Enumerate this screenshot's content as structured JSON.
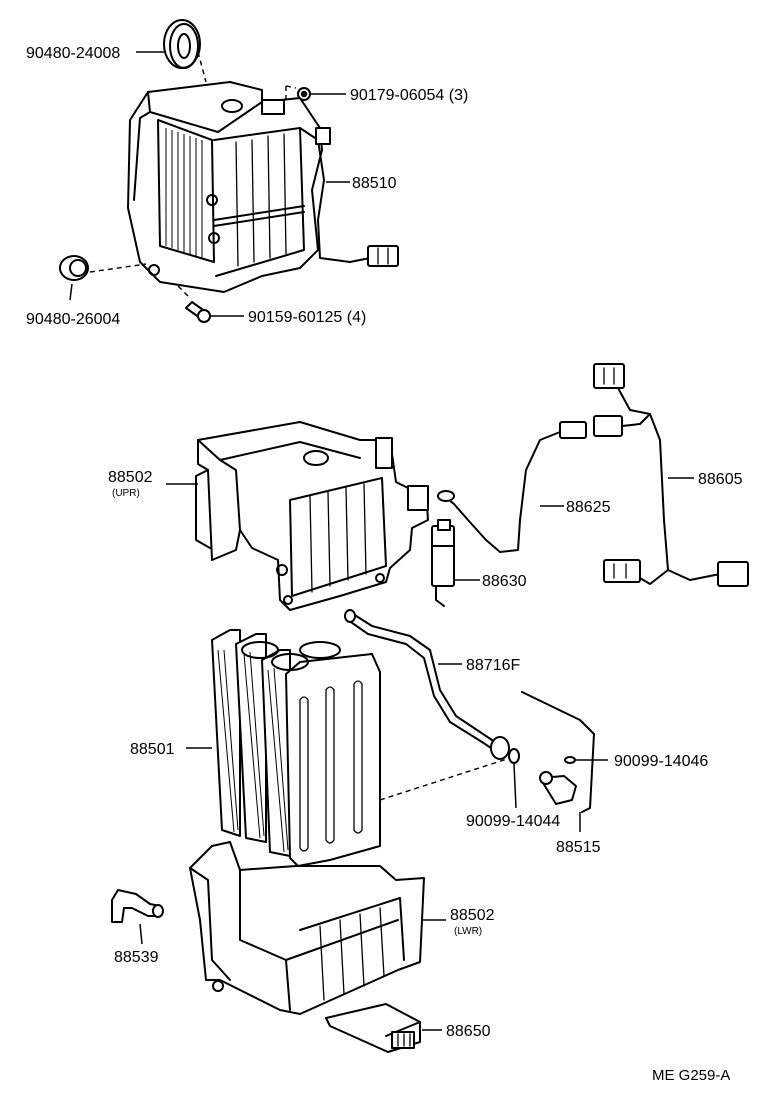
{
  "labels": {
    "p90480_24008": "90480-24008",
    "p90179_06054": "90179-06054 (3)",
    "p88510": "88510",
    "p90480_26004": "90480-26004",
    "p90159_60125": "90159-60125 (4)",
    "p88502_upr": "88502",
    "p88502_upr_sub": "(UPR)",
    "p88625": "88625",
    "p88605": "88605",
    "p88630": "88630",
    "p88716F": "88716F",
    "p88501": "88501",
    "p90099_14046": "90099-14046",
    "p90099_14044": "90099-14044",
    "p88515": "88515",
    "p88502_lwr": "88502",
    "p88502_lwr_sub": "(LWR)",
    "p88539": "88539",
    "p88650": "88650"
  },
  "reference": "ME  G259-A"
}
